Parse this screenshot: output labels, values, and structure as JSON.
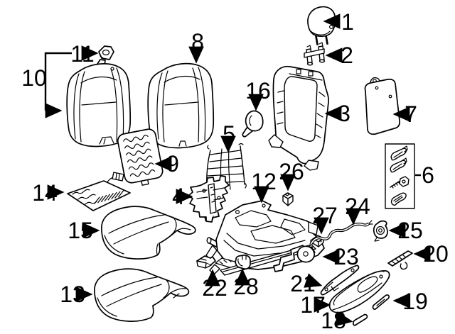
{
  "diagram": {
    "description_colors": {
      "background": "#ffffff",
      "line": "#000000"
    },
    "callouts": [
      {
        "number": "1"
      },
      {
        "number": "2"
      },
      {
        "number": "3"
      },
      {
        "number": "4"
      },
      {
        "number": "5"
      },
      {
        "number": "6"
      },
      {
        "number": "7"
      },
      {
        "number": "8"
      },
      {
        "number": "9"
      },
      {
        "number": "10"
      },
      {
        "number": "11"
      },
      {
        "number": "12"
      },
      {
        "number": "13"
      },
      {
        "number": "14"
      },
      {
        "number": "15"
      },
      {
        "number": "16"
      },
      {
        "number": "17"
      },
      {
        "number": "18"
      },
      {
        "number": "19"
      },
      {
        "number": "20"
      },
      {
        "number": "21"
      },
      {
        "number": "22"
      },
      {
        "number": "23"
      },
      {
        "number": "24"
      },
      {
        "number": "25"
      },
      {
        "number": "26"
      },
      {
        "number": "27"
      },
      {
        "number": "28"
      }
    ]
  }
}
